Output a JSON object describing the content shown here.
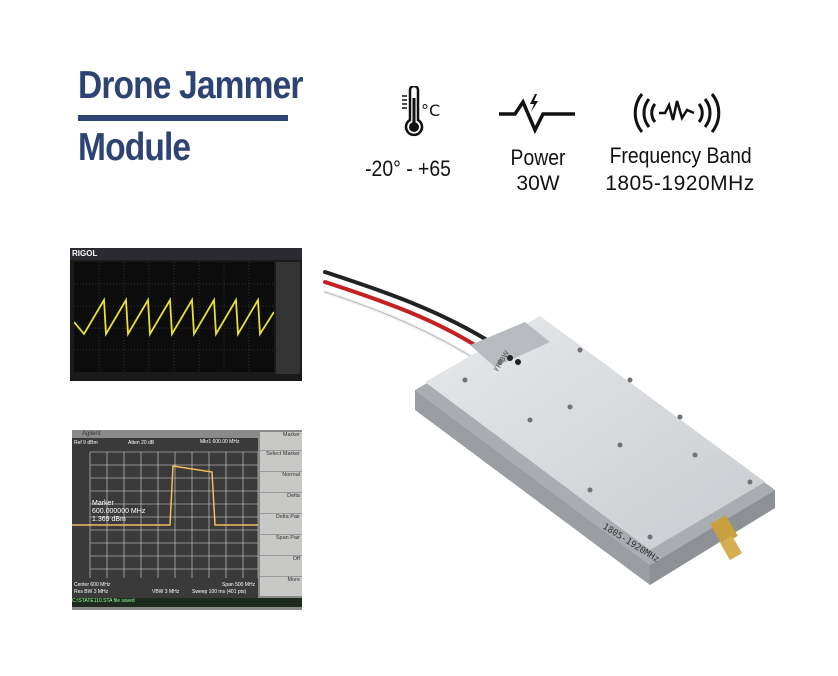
{
  "title": {
    "line1": "Drone Jammer",
    "line2": "Module",
    "color": "#2d4373"
  },
  "specs": [
    {
      "icon": "thermometer-celsius-icon",
      "label": "",
      "value": "-20° - +65"
    },
    {
      "icon": "power-lightning-icon",
      "label": "Power",
      "value": "30W"
    },
    {
      "icon": "frequency-signal-icon",
      "label": "Frequency Band",
      "value": "1805-1920MHz"
    }
  ],
  "oscilloscope": {
    "brand": "RIGOL"
  },
  "spectrum": {
    "brand": "Agilent",
    "marker_label": "Marker",
    "marker_freq": "600.000000 MHz",
    "marker_level": "1.369 dBm",
    "mkr_readout": "Mkr1 600.00 MHz",
    "ref": "Ref 9 dBm",
    "atten": "Atten 20 dB",
    "center": "Center 600 MHz",
    "res_bw": "Res BW 3 MHz",
    "vbw": "VBW 3 MHz",
    "span": "Span 500 MHz",
    "sweep": "Sweep 100 ms (401 pts)",
    "status": "C:\\STATE110.STA file saved",
    "softkeys": [
      "Marker",
      "Select Marker",
      "Normal",
      "Delta",
      "Delta Pair",
      "Span Pair",
      "Off",
      "More"
    ]
  },
  "module": {
    "label": "1805-1920MHz",
    "side_label": "FR BW"
  }
}
